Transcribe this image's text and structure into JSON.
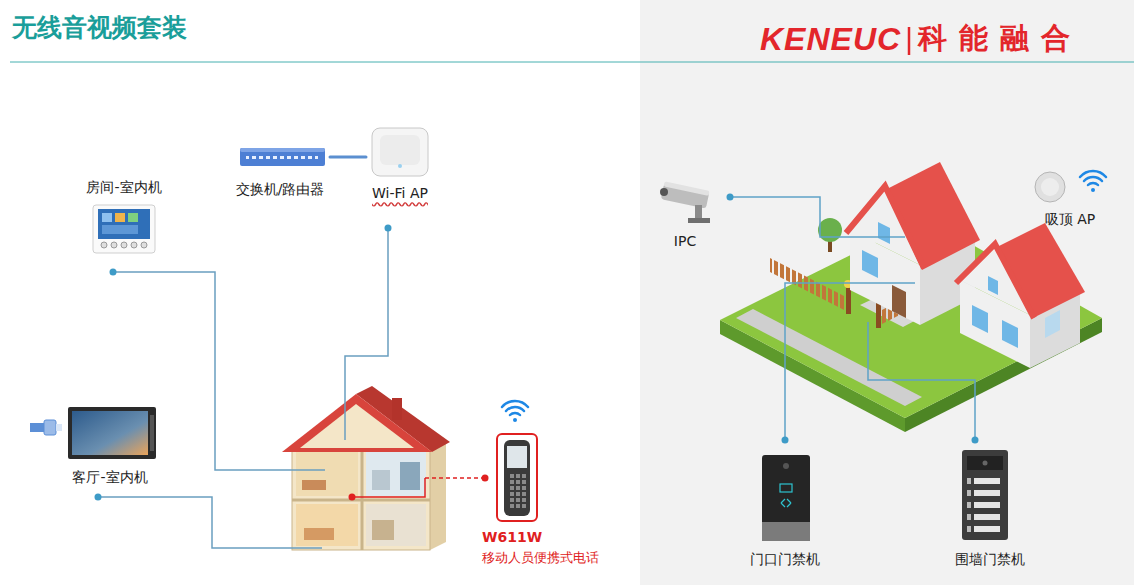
{
  "diagram": {
    "title": "无线音视频套装",
    "nodes": [
      {
        "text": [
          "房间-室内机"
        ]
      },
      {
        "text": [
          "交换机/路由器"
        ]
      },
      {
        "text": [
          "Wi-Fi AP"
        ]
      },
      {
        "text": [
          "客厅-室内机"
        ]
      },
      {
        "text": [
          "W611W",
          "移动人员便携式电话"
        ]
      },
      {
        "text": [
          "IPC"
        ]
      },
      {
        "text": [
          "吸顶 AP"
        ]
      },
      {
        "text": [
          "门口门禁机"
        ]
      },
      {
        "text": [
          "围墙门禁机"
        ]
      }
    ],
    "edges": [
      {
        "from": 1,
        "to": 2,
        "arrow": "none"
      }
    ],
    "labels": [
      "KENEUC",
      "科能融合"
    ]
  }
}
